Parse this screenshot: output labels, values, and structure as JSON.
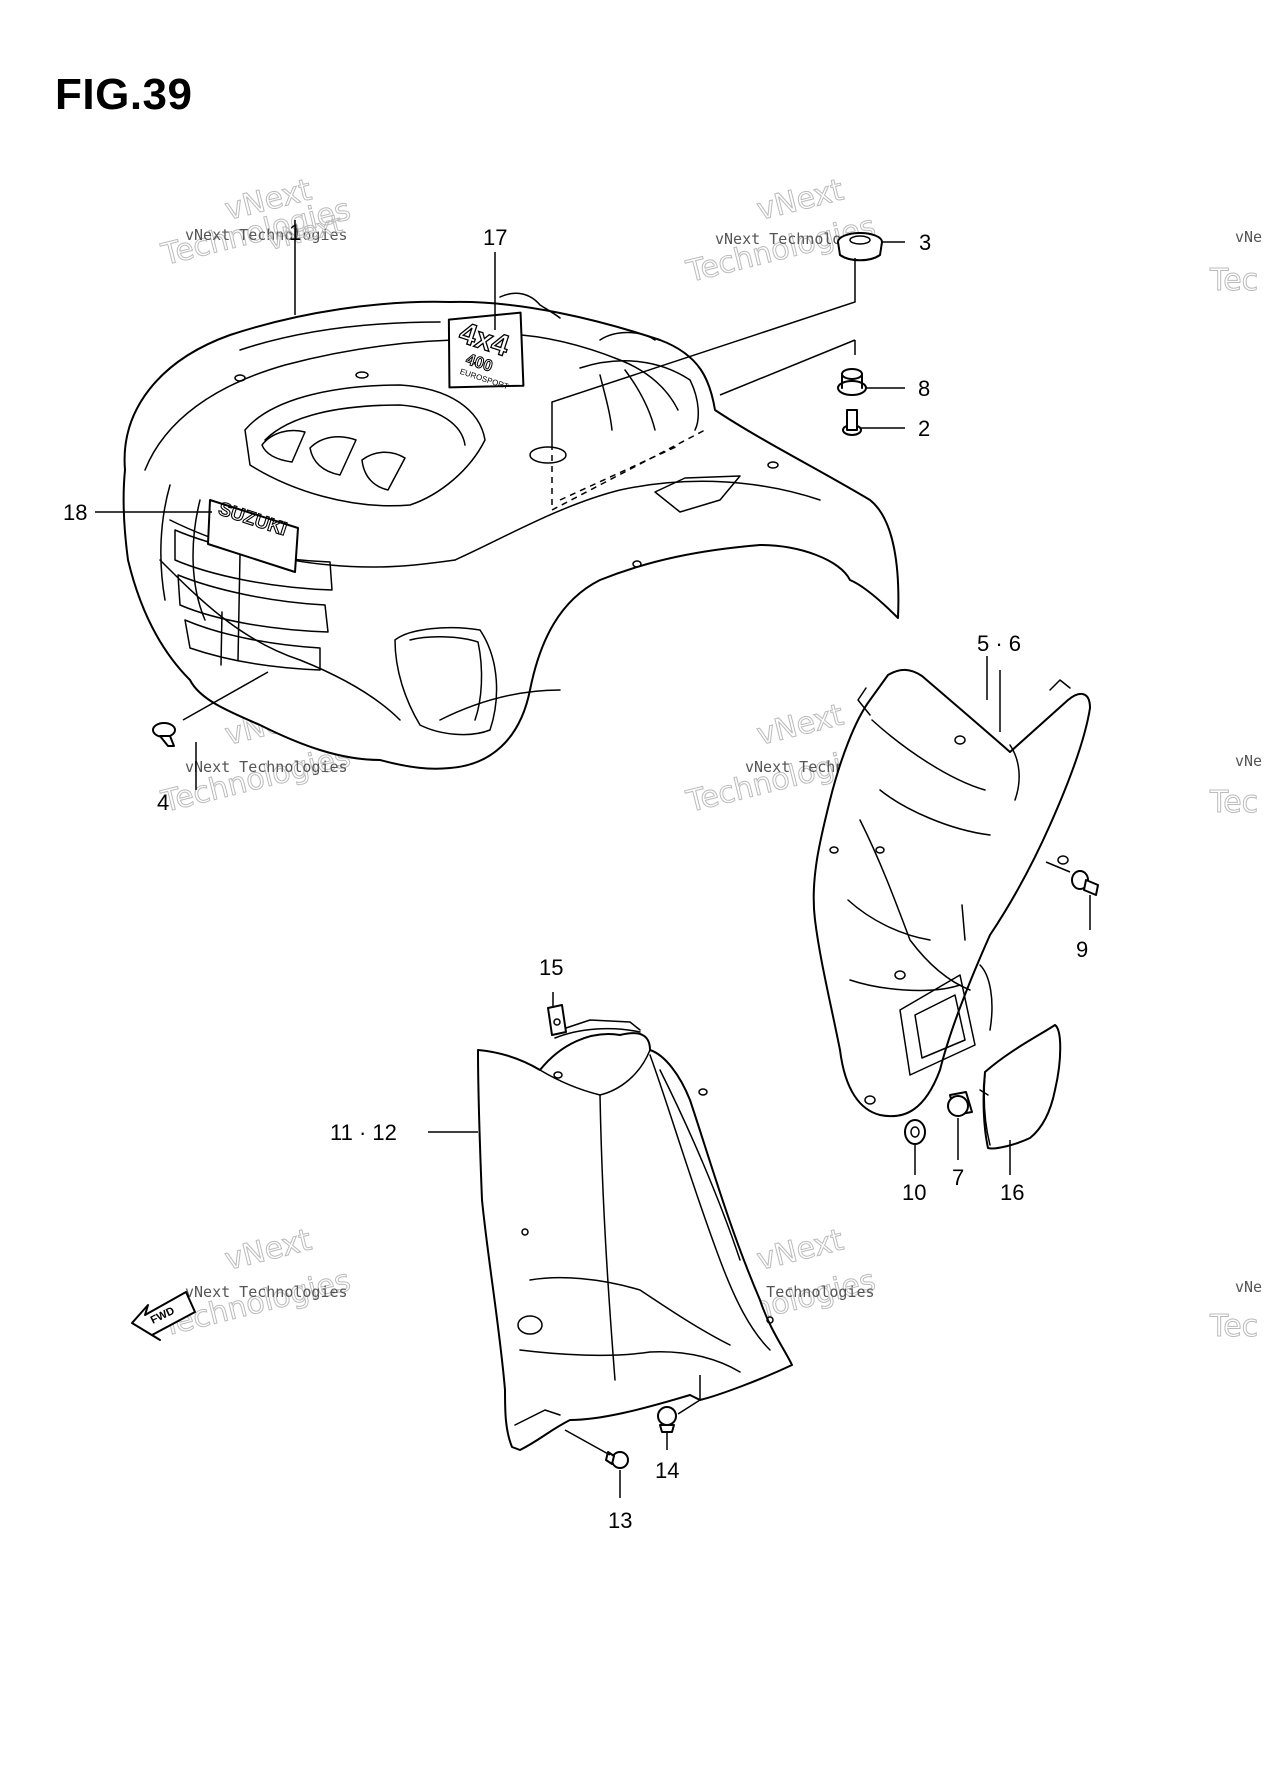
{
  "figure": {
    "title": "FIG.39"
  },
  "watermark": {
    "line1": "vNext Technologies",
    "big_top": "vNext",
    "big_bottom": "Technologies",
    "edge_small": "vNe",
    "edge_big": "Tec"
  },
  "callouts": {
    "c1": "1",
    "c2": "2",
    "c3": "3",
    "c4": "4",
    "c5_6": "5 · 6",
    "c7": "7",
    "c8": "8",
    "c9": "9",
    "c10": "10",
    "c11_12": "11 · 12",
    "c13": "13",
    "c14": "14",
    "c15": "15",
    "c16": "16",
    "c17": "17",
    "c18": "18"
  },
  "decals": {
    "badge_4x4": "4x4",
    "badge_400": "400",
    "badge_sub": "EUROSPORT",
    "brand": "SUZUKI"
  },
  "fwd_arrow": {
    "label": "FWD"
  }
}
